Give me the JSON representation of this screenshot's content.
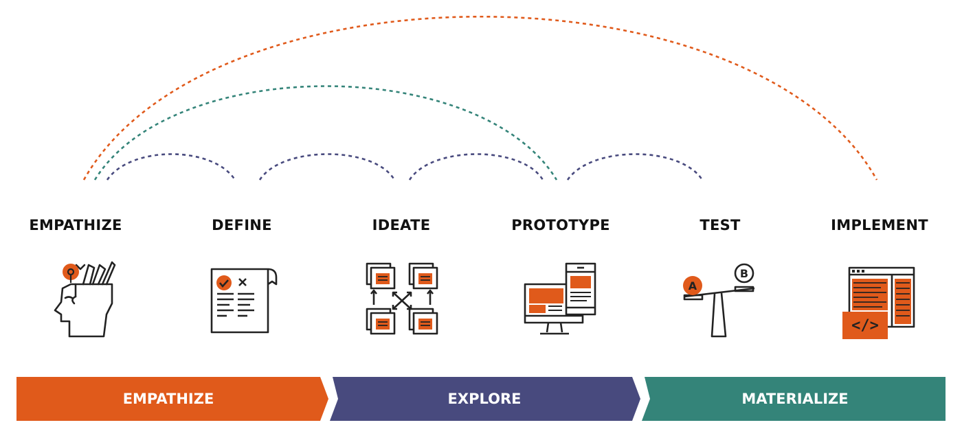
{
  "stages": [
    {
      "label": "EMPATHIZE",
      "icon": "head-with-tools-icon"
    },
    {
      "label": "DEFINE",
      "icon": "checklist-document-icon"
    },
    {
      "label": "IDEATE",
      "icon": "card-sort-icon"
    },
    {
      "label": "PROTOTYPE",
      "icon": "devices-icon"
    },
    {
      "label": "TEST",
      "icon": "ab-balance-icon"
    },
    {
      "label": "IMPLEMENT",
      "icon": "code-window-icon"
    }
  ],
  "phases": [
    {
      "label": "EMPATHIZE",
      "color": "#e05a1b"
    },
    {
      "label": "EXPLORE",
      "color": "#484a7e"
    },
    {
      "label": "MATERIALIZE",
      "color": "#348479"
    }
  ],
  "colors": {
    "accent_orange": "#e05a1b",
    "accent_teal": "#348479",
    "accent_purple": "#484a7e",
    "ink": "#222222"
  }
}
